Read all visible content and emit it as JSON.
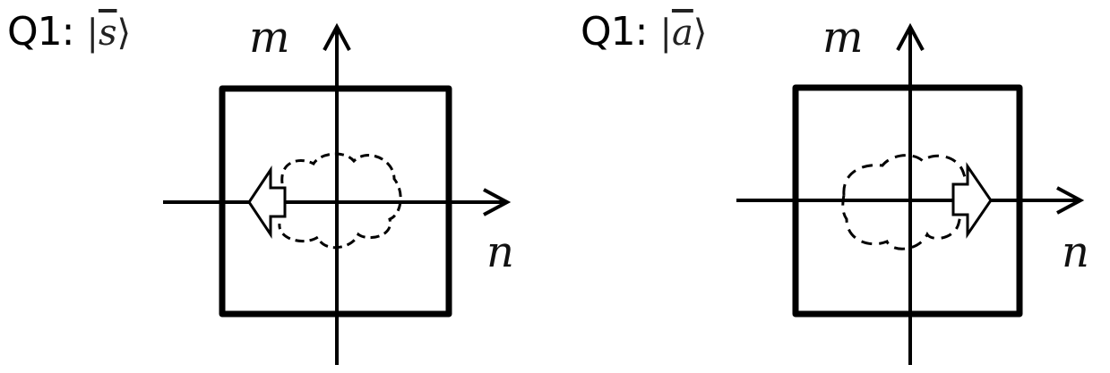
{
  "diagrams": [
    {
      "title_prefix": "Q1:",
      "ket_open": "|",
      "ket_symbol": "s",
      "ket_close": "⟩",
      "axis_x_label": "n",
      "axis_y_label": "m",
      "arrow_direction": "left",
      "icon": "arrow-left-icon"
    },
    {
      "title_prefix": "Q1:",
      "ket_open": "|",
      "ket_symbol": "a",
      "ket_close": "⟩",
      "axis_x_label": "n",
      "axis_y_label": "m",
      "arrow_direction": "right",
      "icon": "arrow-right-icon"
    }
  ],
  "colors": {
    "stroke": "#000000",
    "background": "#ffffff"
  }
}
